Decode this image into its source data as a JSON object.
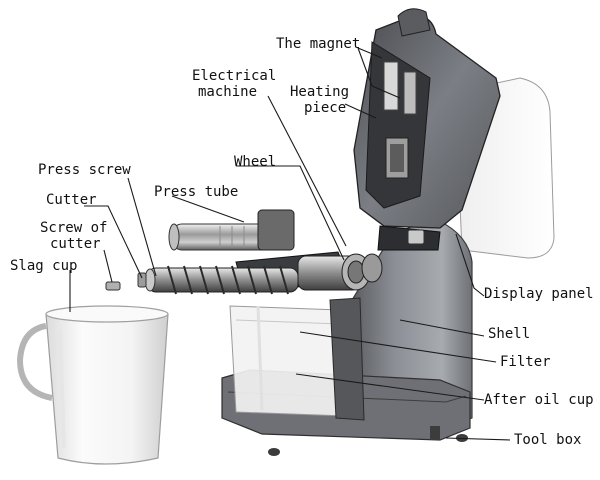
{
  "labels": {
    "magnet": "The magnet",
    "electrical_1": "Electrical",
    "electrical_2": "machine",
    "heating_1": "Heating",
    "heating_2": "piece",
    "press_screw": "Press screw",
    "wheel": "Wheel",
    "cutter": "Cutter",
    "press_tube": "Press tube",
    "screw_of_cutter_1": "Screw of",
    "screw_of_cutter_2": "cutter",
    "slag_cup": "Slag cup",
    "display_panel": "Display panel",
    "shell": "Shell",
    "filter": "Filter",
    "after_oil_cup": "After oil cup",
    "tool_box": "Tool box"
  }
}
